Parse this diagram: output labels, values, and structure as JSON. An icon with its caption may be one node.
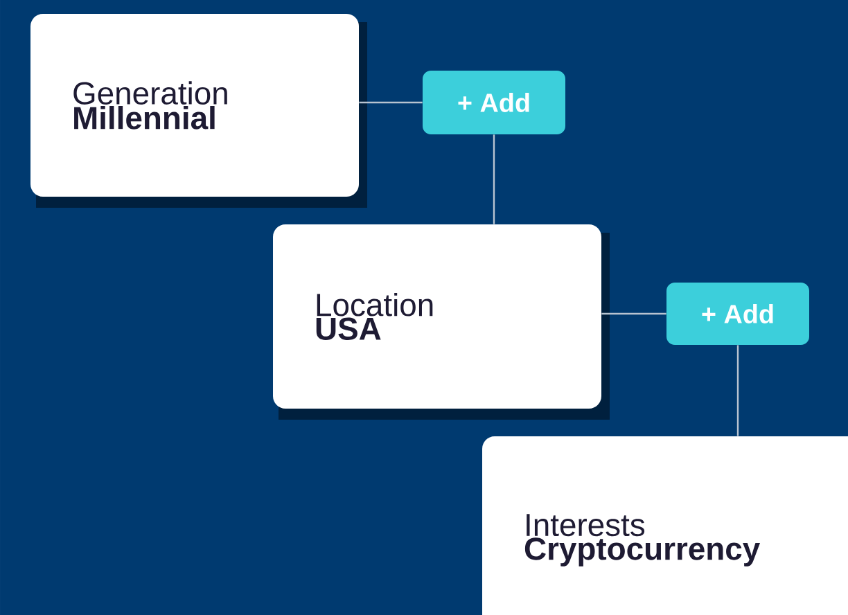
{
  "diagram": {
    "nodes": [
      {
        "text": [
          "Generation",
          "Millennial"
        ]
      },
      {
        "text": [
          "+ Add"
        ]
      },
      {
        "text": [
          "Location",
          "USA"
        ]
      },
      {
        "text": [
          "+ Add"
        ]
      },
      {
        "text": [
          "Interests",
          "Cryptocurrency"
        ]
      }
    ],
    "edges": [
      {
        "from": 0,
        "to": 1,
        "arrow": "none"
      },
      {
        "from": 1,
        "to": 2,
        "arrow": "none"
      },
      {
        "from": 2,
        "to": 3,
        "arrow": "none"
      },
      {
        "from": 3,
        "to": 4,
        "arrow": "none"
      }
    ]
  }
}
